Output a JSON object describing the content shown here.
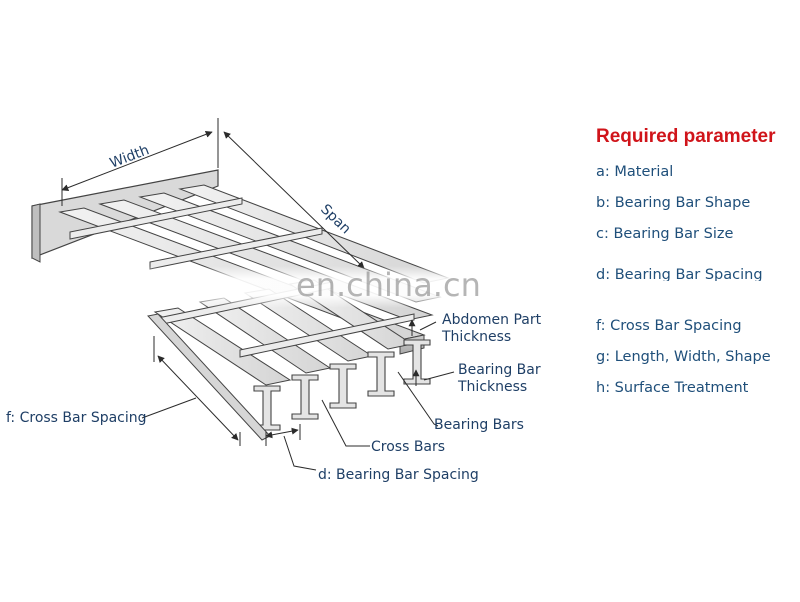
{
  "diagram": {
    "width_label": "Width",
    "span_label": "Span",
    "abdomen_label_line1": "Abdomen Part",
    "abdomen_label_line2": "Thickness",
    "bearing_thickness_line1": "Bearing Bar",
    "bearing_thickness_line2": "Thickness",
    "bearing_bars_label": "Bearing Bars",
    "cross_bars_label": "Cross Bars",
    "cross_bar_spacing_label": "f: Cross Bar Spacing",
    "bearing_bar_spacing_label": "d: Bearing Bar Spacing"
  },
  "parameters": {
    "title": "Required parameter",
    "items": [
      "a: Material",
      "b: Bearing Bar Shape",
      "c: Bearing Bar Size",
      "d: Bearing Bar Spacing",
      "f: Cross Bar Spacing",
      "g: Length, Width, Shape",
      "h: Surface Treatment"
    ]
  },
  "watermark": "en.china.cn",
  "colors": {
    "title_red": "#d0141a",
    "label_blue": "#1f3f66",
    "item_blue": "#1f4f7a",
    "steel_light": "#e6e6e6",
    "steel_dark": "#bdbdbd",
    "outline": "#444444"
  }
}
